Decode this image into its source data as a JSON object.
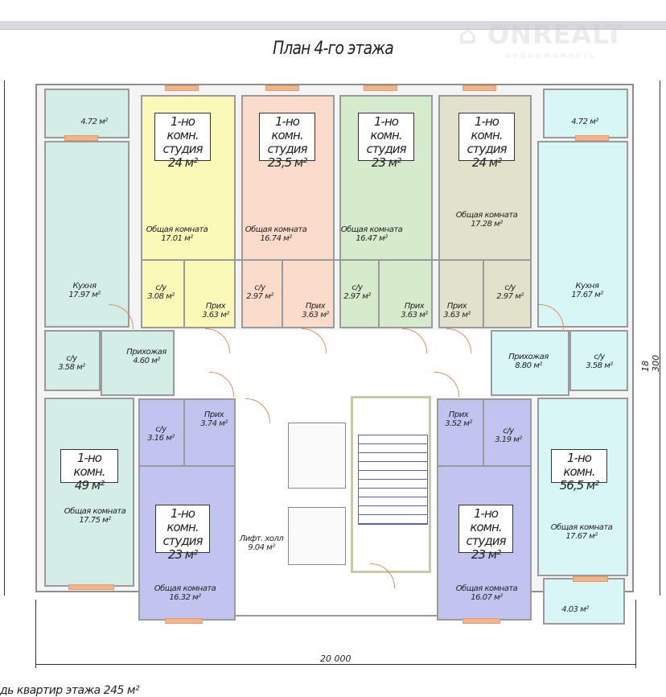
{
  "title": "План 4-го этажа",
  "watermark": {
    "brand": "ONREALT",
    "tagline": "недвижимость"
  },
  "colors": {
    "apt_left": "#d4ede6",
    "studio_yellow": "#fbf9b8",
    "studio_pink": "#fbdccb",
    "studio_green": "#d6ebcc",
    "studio_khaki": "#e2e2cc",
    "apt_right": "#d8f6f6",
    "studio_purple": "#c2c4f0"
  },
  "apartments": {
    "left_top_balcony": {
      "area": "4.72 м²"
    },
    "left_kitchen": {
      "name": "Кухня",
      "area": "17.97 м²"
    },
    "left_bath": {
      "name": "с/у",
      "area": "3.58 м²"
    },
    "left_hall": {
      "name": "Прихожая",
      "area": "4.60 м²"
    },
    "left_room": {
      "name": "Общая комната",
      "area": "17.75 м²"
    },
    "left_tag": {
      "line1": "1-но комн.",
      "line2": "49 м²"
    },
    "s1": {
      "line1": "1-но комн.",
      "line2": "студия",
      "line3": "24 м²",
      "room": "Общая комната",
      "room_area": "17.01 м²",
      "bath": "с/у",
      "bath_area": "3.08 м²",
      "hall": "Прих",
      "hall_area": "3.63 м²"
    },
    "s2": {
      "line1": "1-но комн.",
      "line2": "студия",
      "line3": "23,5 м²",
      "room": "Общая комната",
      "room_area": "16.74 м²",
      "bath": "с/у",
      "bath_area": "2.97 м²",
      "hall": "Прих",
      "hall_area": "3.63 м²"
    },
    "s3": {
      "line1": "1-но комн.",
      "line2": "студия",
      "line3": "23 м²",
      "room": "Общая комната",
      "room_area": "16.47 м²",
      "bath": "с/у",
      "bath_area": "2.97 м²",
      "hall": "Прих",
      "hall_area": "3.63 м²"
    },
    "s4": {
      "line1": "1-но комн.",
      "line2": "студия",
      "line3": "24 м²",
      "room": "Общая комната",
      "room_area": "17.28 м²",
      "bath": "с/у",
      "bath_area": "2.97 м²",
      "hall": "Прих",
      "hall_area": "3.63 м²"
    },
    "right_top_balcony": {
      "area": "4.72 м²"
    },
    "right_kitchen": {
      "name": "Кухня",
      "area": "17.67 м²"
    },
    "right_hall": {
      "name": "Прихожая",
      "area": "8.80 м²"
    },
    "right_bath": {
      "name": "с/у",
      "area": "3.58 м²"
    },
    "right_room": {
      "name": "Общая комната",
      "area": "17.67 м²"
    },
    "right_tag": {
      "line1": "1-но комн.",
      "line2": "56,5 м²"
    },
    "right_balcony": {
      "area": "4.03 м²"
    },
    "s5": {
      "line1": "1-но комн.",
      "line2": "студия",
      "line3": "23 м²",
      "room": "Общая комната",
      "room_area": "16.32 м²",
      "bath": "с/у",
      "bath_area": "3.16 м²",
      "hall": "Прих",
      "hall_area": "3.74 м²"
    },
    "s6": {
      "line1": "1-но комн.",
      "line2": "студия",
      "line3": "23 м²",
      "room": "Общая комната",
      "room_area": "16.07 м²",
      "bath": "с/у",
      "bath_area": "3.19 м²",
      "hall": "Прих",
      "hall_area": "3.52 м²"
    },
    "lift_hall": {
      "name": "Лифт. холл",
      "area": "9.04 м²"
    }
  },
  "dimensions": {
    "width": "20 000",
    "height": "18 300"
  },
  "footer": "дь квартир этажа 245 м²"
}
